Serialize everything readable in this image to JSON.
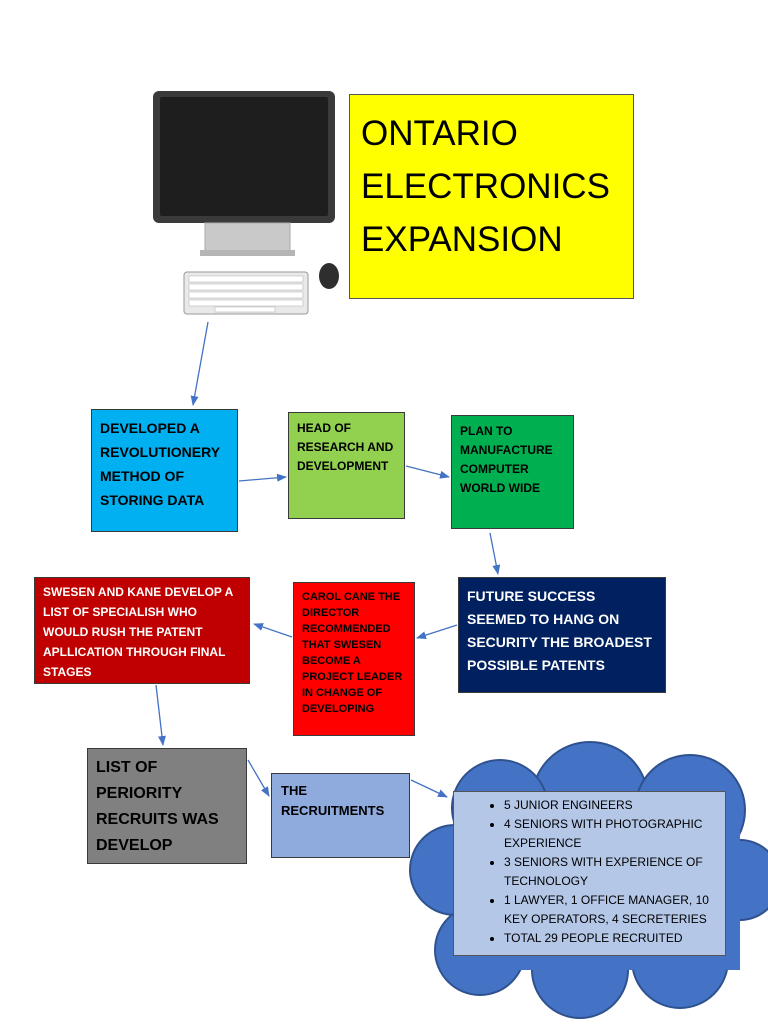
{
  "title": {
    "lines": [
      "ONTARIO",
      "ELECTRONICS",
      "EXPANSION"
    ]
  },
  "boxes": {
    "developed": "DEVELOPED A REVOLUTIONERY METHOD OF STORING DATA",
    "head": "HEAD OF RESEARCH AND DEVELOPMENT",
    "plan": "PLAN TO MANUFACTURE COMPUTER WORLD WIDE",
    "future": "FUTURE SUCCESS SEEMED TO HANG ON SECURITY THE BROADEST POSSIBLE PATENTS",
    "carol": "CAROL CANE THE DIRECTOR RECOMMENDED THAT SWESEN BECOME A PROJECT LEADER IN CHANGE OF DEVELOPING",
    "swesen": "SWESEN AND KANE DEVELOP A LIST OF SPECIALISH WHO WOULD RUSH THE PATENT APLLICATION THROUGH FINAL STAGES",
    "list_of": "LIST OF PERIORITY RECRUITS WAS DEVELOP",
    "recruitments": "THE RECRUITMENTS"
  },
  "recruits": [
    "5 JUNIOR ENGINEERS",
    "4 SENIORS WITH PHOTOGRAPHIC EXPERIENCE",
    "3 SENIORS WITH EXPERIENCE OF TECHNOLOGY",
    "1 LAWYER, 1 OFFICE MANAGER, 10 KEY OPERATORS, 4 SECRETERIES",
    "TOTAL 29 PEOPLE RECRUITED"
  ],
  "colors": {
    "arrow": "#4472c4",
    "cloud": "#4472c4"
  }
}
